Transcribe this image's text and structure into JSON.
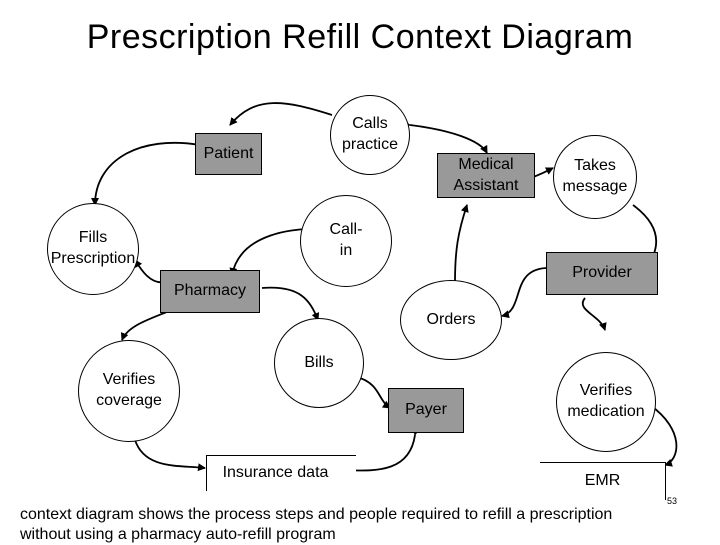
{
  "title": "Prescription Refill Context Diagram",
  "nodes": {
    "patient": "Patient",
    "calls_practice": "Calls practice",
    "medical_assistant": "Medical Assistant",
    "takes_message": "Takes message",
    "fills_prescription": "Fills Prescription",
    "call_in": "Call-in",
    "provider": "Provider",
    "pharmacy": "Pharmacy",
    "orders": "Orders",
    "verifies_coverage": "Verifies coverage",
    "bills": "Bills",
    "payer": "Payer",
    "verifies_medication": "Verifies medication",
    "insurance_data": "Insurance data",
    "emr": "EMR"
  },
  "caption": "context diagram shows the process steps and people required to refill a prescription without using a pharmacy auto-refill program",
  "page_number": "53"
}
